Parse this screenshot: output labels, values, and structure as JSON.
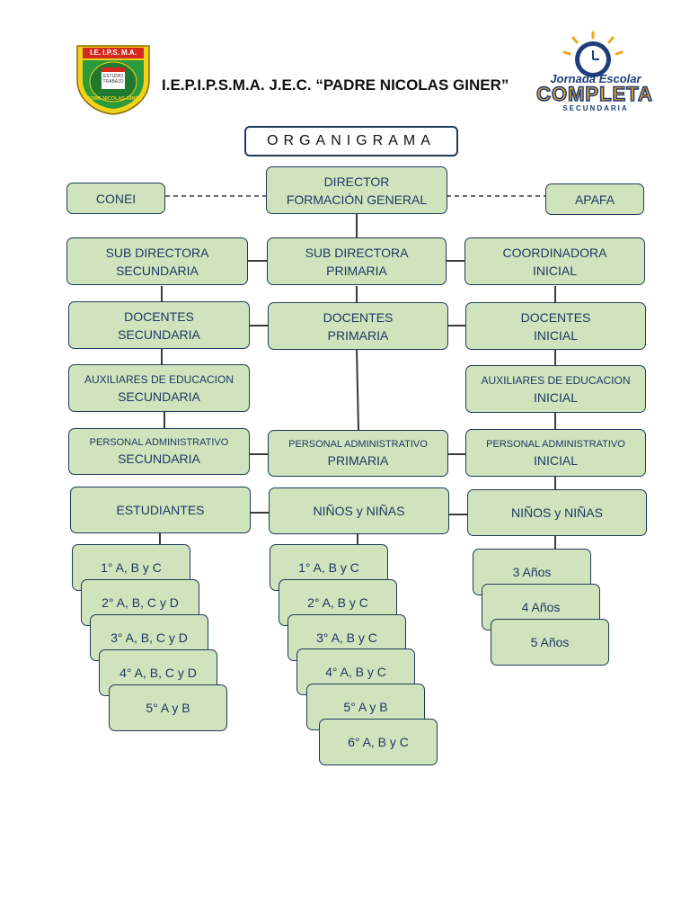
{
  "header": {
    "school_title": "I.E.P.I.P.S.M.A. J.E.C. “PADRE NICOLAS GINER”",
    "logo_left": {
      "top_band": "I.E. I.P.S. M.A.",
      "motto": "ESTUDIO TRABAJO",
      "ring": "PADRE NICOLAS GINER"
    },
    "logo_right": {
      "line1": "Jornada Escolar",
      "line2": "COMPLETA",
      "line3": "SECUNDARIA"
    }
  },
  "chart_title": "ORGANIGRAMA",
  "top": {
    "conei": "CONEI",
    "director_line1": "DIRECTOR",
    "director_line2": "FORMACIÓN GENERAL",
    "apafa": "APAFA"
  },
  "secundaria": {
    "head_line1": "SUB DIRECTORA",
    "head_line2": "SECUNDARIA",
    "docentes_line1": "DOCENTES",
    "docentes_line2": "SECUNDARIA",
    "aux_line1": "AUXILIARES DE EDUCACION",
    "aux_line2": "SECUNDARIA",
    "admin_line1": "PERSONAL ADMINISTRATIVO",
    "admin_line2": "SECUNDARIA",
    "students": "ESTUDIANTES",
    "grades": [
      "1° A, B y C",
      "2° A, B, C y D",
      "3° A, B, C y D",
      "4° A, B, C y D",
      "5° A y B"
    ]
  },
  "primaria": {
    "head_line1": "SUB DIRECTORA",
    "head_line2": "PRIMARIA",
    "docentes_line1": "DOCENTES",
    "docentes_line2": "PRIMARIA",
    "admin_line1": "PERSONAL ADMINISTRATIVO",
    "admin_line2": "PRIMARIA",
    "students": "NIÑOS y NIÑAS",
    "grades": [
      "1° A, B y C",
      "2° A, B y C",
      "3° A, B y C",
      "4° A, B y C",
      "5° A y B",
      "6° A, B y C"
    ]
  },
  "inicial": {
    "head_line1": "COORDINADORA",
    "head_line2": "INICIAL",
    "docentes_line1": "DOCENTES",
    "docentes_line2": "INICIAL",
    "aux_line1": "AUXILIARES DE EDUCACION",
    "aux_line2": "INICIAL",
    "admin_line1": "PERSONAL ADMINISTRATIVO",
    "admin_line2": "INICIAL",
    "students": "NIÑOS y NIÑAS",
    "grades": [
      "3 Años",
      "4 Años",
      "5 Años"
    ]
  },
  "colors": {
    "box_fill": "#cfe4bd",
    "box_border": "#1f3a5a",
    "text": "#1f3864",
    "connector": "#3a3a3a"
  }
}
